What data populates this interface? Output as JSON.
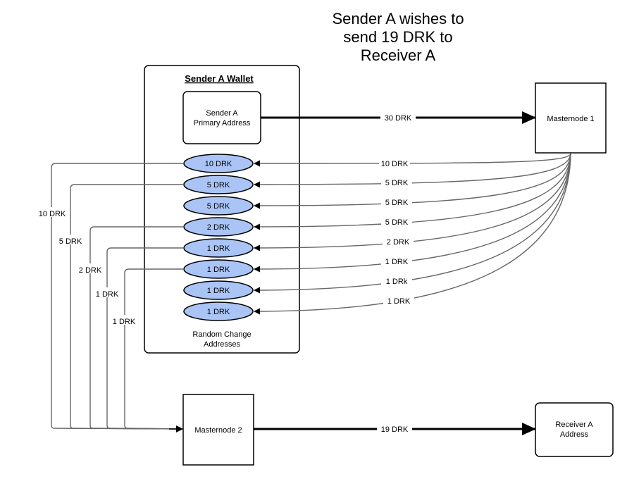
{
  "title": {
    "lines": [
      "Sender A wishes to",
      "send 19 DRK to",
      "Receiver A"
    ]
  },
  "wallet": {
    "title": "Sender A Wallet",
    "primary_address": [
      "Sender A",
      "Primary Address"
    ],
    "change_label": [
      "Random Change",
      "Addresses"
    ],
    "change_addresses": [
      "10 DRK",
      "5 DRK",
      "5 DRK",
      "2 DRK",
      "1 DRK",
      "1 DRK",
      "1 DRK",
      "1 DRK"
    ]
  },
  "nodes": {
    "masternode1": "Masternode 1",
    "masternode2": "Masternode 2",
    "receiver": [
      "Receiver A",
      "Address"
    ]
  },
  "flows": {
    "sender_to_mn1": "30 DRK",
    "mn1_returns": [
      "10 DRK",
      "5 DRK",
      "5 DRK",
      "5 DRK",
      "2 DRK",
      "1 DRK",
      "1 DRk",
      "1 DRK"
    ],
    "to_mn2": [
      "10 DRK",
      "5 DRK",
      "2 DRK",
      "1 DRK",
      "1 DRK"
    ],
    "mn2_to_receiver": "19 DRK"
  },
  "colors": {
    "ellipse_fill": "#a9c4f5",
    "stroke": "#000000",
    "line_gray": "#666666"
  }
}
